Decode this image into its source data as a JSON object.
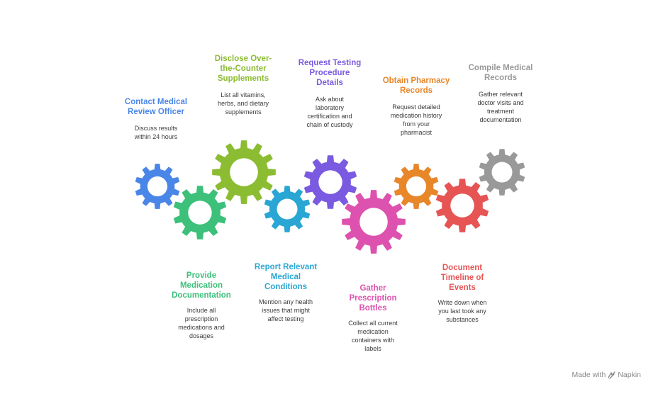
{
  "steps": [
    {
      "title": "Contact Medical Review Officer",
      "title_lines": [
        "Contact Medical",
        "Review Officer"
      ],
      "desc_lines": [
        "Discuss results",
        "within 24 hours"
      ],
      "color": "#4a86e8"
    },
    {
      "title": "Disclose Over-the-Counter Supplements",
      "title_lines": [
        "Disclose Over-",
        "the-Counter",
        "Supplements"
      ],
      "desc_lines": [
        "List all vitamins,",
        "herbs, and dietary",
        "supplements"
      ],
      "color": "#8cbc32"
    },
    {
      "title": "Request Testing Procedure Details",
      "title_lines": [
        "Request Testing",
        "Procedure",
        "Details"
      ],
      "desc_lines": [
        "Ask about",
        "laboratory",
        "certification and",
        "chain of custody"
      ],
      "color": "#7a5ae0"
    },
    {
      "title": "Obtain Pharmacy Records",
      "title_lines": [
        "Obtain Pharmacy",
        "Records"
      ],
      "desc_lines": [
        "Request detailed",
        "medication history",
        "from your",
        "pharmacist"
      ],
      "color": "#e8862a"
    },
    {
      "title": "Compile Medical Records",
      "title_lines": [
        "Compile Medical",
        "Records"
      ],
      "desc_lines": [
        "Gather relevant",
        "doctor visits and",
        "treatment",
        "documentation"
      ],
      "color": "#999999"
    },
    {
      "title": "Provide Medication Documentation",
      "title_lines": [
        "Provide",
        "Medication",
        "Documentation"
      ],
      "desc_lines": [
        "Include all",
        "prescription",
        "medications and",
        "dosages"
      ],
      "color": "#3cc07a"
    },
    {
      "title": "Report Relevant Medical Conditions",
      "title_lines": [
        "Report Relevant",
        "Medical",
        "Conditions"
      ],
      "desc_lines": [
        "Mention any health",
        "issues that might",
        "affect testing"
      ],
      "color": "#2aa6d4"
    },
    {
      "title": "Gather Prescription Bottles",
      "title_lines": [
        "Gather",
        "Prescription",
        "Bottles"
      ],
      "desc_lines": [
        "Collect all current",
        "medication",
        "containers with",
        "labels"
      ],
      "color": "#dd52ae"
    },
    {
      "title": "Document Timeline of Events",
      "title_lines": [
        "Document",
        "Timeline of",
        "Events"
      ],
      "desc_lines": [
        "Write down when",
        "you last took any",
        "substances"
      ],
      "color": "#e65454"
    }
  ],
  "footer": {
    "prefix": "Made with",
    "brand": "Napkin",
    "color": "#888888"
  }
}
